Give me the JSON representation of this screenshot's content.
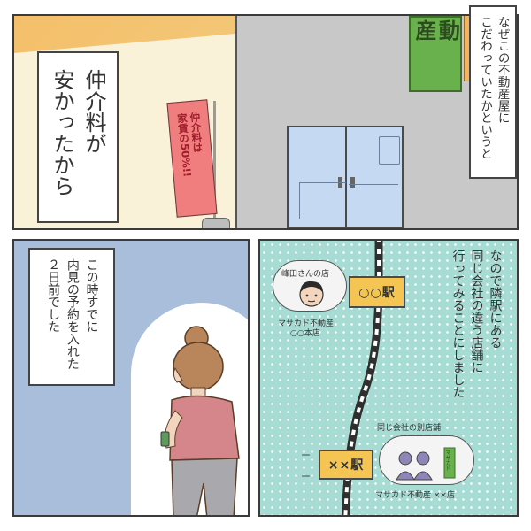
{
  "panels": {
    "top": {
      "narration_fee": "仲介料が\n安かったから",
      "narration_why": "なぜこの不動産屋に\nこだわっていたかというと",
      "flag_text": "仲介料は\n家賃の50%!!",
      "sign_text": "動\n産"
    },
    "bottom_left": {
      "narration_visit": "この時すでに\n内見の予約を入れた\n２日前でした"
    },
    "bottom_right": {
      "narration_decide": "なので隣駅にある\n同じ会社の違う店舗に\n行ってみることにしました",
      "station_a": "○○駅",
      "station_b": "××駅",
      "shop_a_caption": "峰田さんの店",
      "shop_a_name_line1": "マサカド不動産",
      "shop_a_name_line2": "○○本店",
      "shop_b_caption": "同じ会社の別店舗",
      "shop_b_name": "マサカド不動産 ××店",
      "shop_b_sign": "マサカド"
    }
  },
  "colors": {
    "panel_border": "#3b3b3b",
    "bottom_left_bg": "#a9bedb",
    "bottom_right_bg": "#a7dcd4",
    "station_fill": "#f4c552",
    "flag_fill": "#f07e7e",
    "sign_fill": "#69b14c"
  }
}
